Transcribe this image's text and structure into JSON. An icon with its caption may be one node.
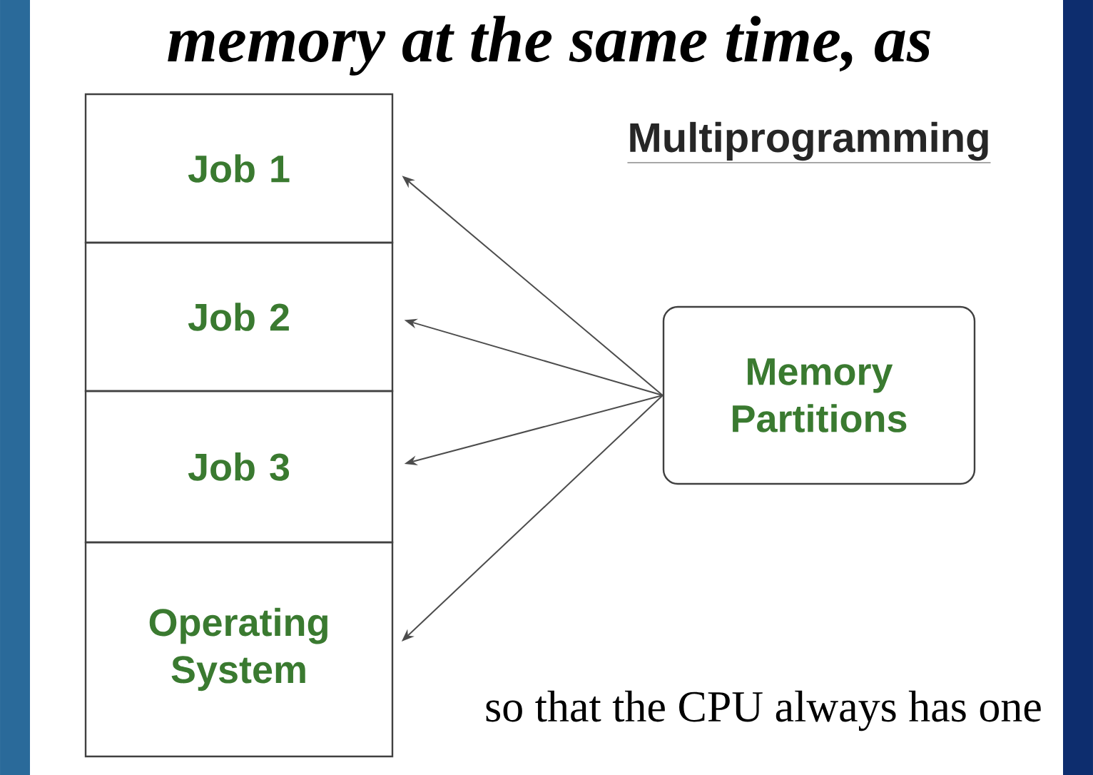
{
  "diagram": {
    "title": "Multiprogramming",
    "nodes": [
      {
        "text": [
          "Job 1"
        ]
      },
      {
        "text": [
          "Job 2"
        ]
      },
      {
        "text": [
          "Job 3"
        ]
      },
      {
        "text": [
          "Operating System"
        ]
      },
      {
        "text": [
          "Memory Partitions"
        ]
      }
    ],
    "edges": [
      {
        "from": 4,
        "to": 0,
        "arrow": "to"
      },
      {
        "from": 4,
        "to": 1,
        "arrow": "to"
      },
      {
        "from": 4,
        "to": 2,
        "arrow": "to"
      },
      {
        "from": 4,
        "to": 3,
        "arrow": "to"
      }
    ],
    "labels": [
      "memory at the same time, as",
      "so that the CPU always has one"
    ]
  }
}
